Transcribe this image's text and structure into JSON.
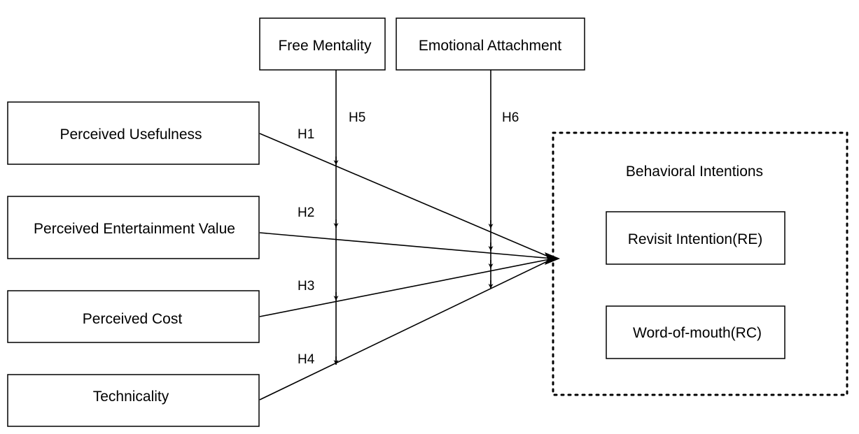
{
  "diagram": {
    "moderators": {
      "free_mentality": "Free Mentality",
      "emotional_attachment": "Emotional Attachment"
    },
    "factors": {
      "perceived_usefulness": "Perceived Usefulness",
      "perceived_entertainment_value": "Perceived Entertainment Value",
      "perceived_cost": "Perceived Cost",
      "technicality": "Technicality"
    },
    "outcome_group": {
      "title": "Behavioral Intentions",
      "revisit_intention": "Revisit Intention(RE)",
      "word_of_mouth": "Word-of-mouth(RC)"
    },
    "hypotheses": {
      "h1": "H1",
      "h2": "H2",
      "h3": "H3",
      "h4": "H4",
      "h5": "H5",
      "h6": "H6"
    }
  }
}
